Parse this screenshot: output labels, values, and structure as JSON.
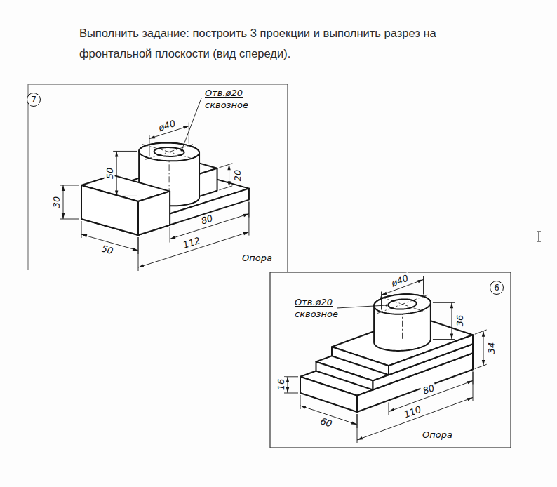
{
  "diagram": {
    "title": "Выполнить задание: построить 3 проекции и выполнить разрез на фронтальной плоскости (вид спереди).",
    "nodes": [
      {
        "text": [
          "7"
        ]
      },
      {
        "text": [
          "6"
        ]
      }
    ],
    "labels": [
      "Отв.ø20",
      "сквозное",
      "ø40",
      "50",
      "20",
      "30",
      "80",
      "112",
      "50",
      "Опора",
      "Отв.ø20",
      "сквозное",
      "ø40",
      "36",
      "34",
      "16",
      "80",
      "110",
      "60",
      "Опора"
    ]
  }
}
